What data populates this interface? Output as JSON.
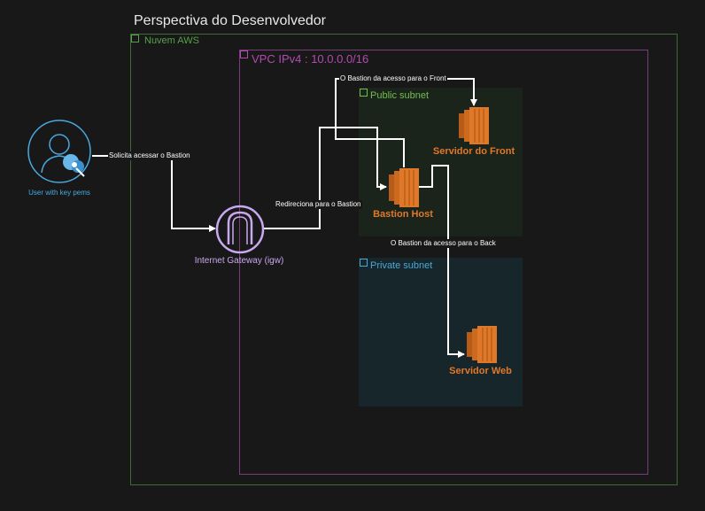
{
  "title": "Perspectiva do Desenvolvedor",
  "groups": {
    "cloud": "Nuvem AWS",
    "vpc": "VPC IPv4 : 10.0.0.0/16",
    "public_subnet": "Public subnet",
    "private_subnet": "Private subnet"
  },
  "nodes": {
    "user": "User with key pems",
    "igw": "Internet Gateway (igw)",
    "bastion": "Bastion Host",
    "front": "Servidor do Front",
    "web": "Servidor Web"
  },
  "edges": {
    "user_to_igw": "Solicita acessar o Bastion",
    "igw_to_bastion": "Redireciona para o Bastion",
    "bastion_to_front": "O Bastion da acesso para o Front",
    "bastion_to_web": "O Bastion da acesso para o Back"
  },
  "colors": {
    "background": "#181818",
    "cloud_border": "#3f6b35",
    "vpc_border": "#7a3c7a",
    "public_subnet": "#1b241a",
    "private_subnet": "#17262b",
    "ec2": "#e0782a",
    "igw": "#c9a8f0",
    "user": "#4aa8e0",
    "connector": "#ffffff"
  }
}
